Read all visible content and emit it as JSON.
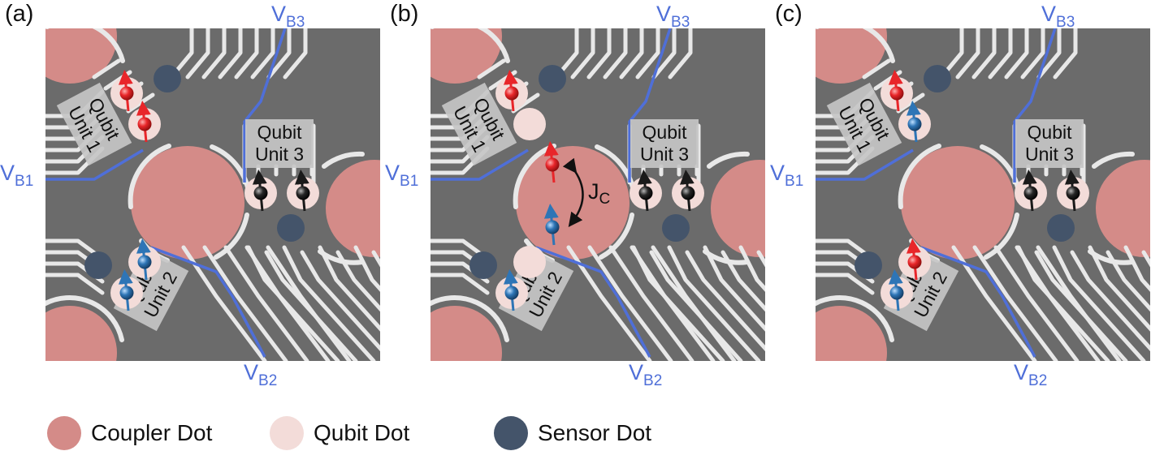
{
  "panels": [
    {
      "label": "(a)",
      "vb1": "V",
      "vb1_sub": "B1",
      "vb2": "V",
      "vb2_sub": "B2",
      "vb3": "V",
      "vb3_sub": "B3",
      "unit1": [
        "Qubit",
        "Unit 1"
      ],
      "unit2": [
        "Qubit",
        "Unit 2"
      ],
      "unit3": [
        "Qubit",
        "Unit 3"
      ],
      "spins": {
        "u1": [
          "red-up",
          "red-up"
        ],
        "u2": [
          "blue-up",
          "blue-up"
        ],
        "u3": [
          "black-up",
          "black-up"
        ]
      },
      "coupler_spins": false
    },
    {
      "label": "(b)",
      "vb1": "V",
      "vb1_sub": "B1",
      "vb2": "V",
      "vb2_sub": "B2",
      "vb3": "V",
      "vb3_sub": "B3",
      "unit1": [
        "Qubit",
        "Unit 1"
      ],
      "unit2": [
        "Qubit",
        "Unit 2"
      ],
      "unit3": [
        "Qubit",
        "Unit 3"
      ],
      "spins": {
        "u1": [
          "red-up",
          "empty"
        ],
        "u2": [
          "empty",
          "blue-up"
        ],
        "u3": [
          "black-up",
          "black-up"
        ]
      },
      "coupler_spins": true,
      "coupling": "J",
      "coupling_sub": "C"
    },
    {
      "label": "(c)",
      "vb1": "V",
      "vb1_sub": "B1",
      "vb2": "V",
      "vb2_sub": "B2",
      "vb3": "V",
      "vb3_sub": "B3",
      "unit1": [
        "Qubit",
        "Unit 1"
      ],
      "unit2": [
        "Qubit",
        "Unit 2"
      ],
      "unit3": [
        "Qubit",
        "Unit 3"
      ],
      "spins": {
        "u1": [
          "red-up",
          "blue-up"
        ],
        "u2": [
          "red-up",
          "blue-up"
        ],
        "u3": [
          "black-up",
          "black-up"
        ]
      },
      "coupler_spins": false
    }
  ],
  "legend": [
    {
      "label": "Coupler Dot",
      "color": "#d48b88"
    },
    {
      "label": "Qubit Dot",
      "color": "#f3dcd9"
    },
    {
      "label": "Sensor Dot",
      "color": "#44546a"
    }
  ],
  "colors": {
    "background": "#6b6b6b",
    "gate": "#e8e8e8",
    "barrier_line": "#4f6fd8",
    "coupler": "#d48b88",
    "qubit": "#f3dcd9",
    "sensor": "#44546a",
    "spin_red": "#e8262a",
    "spin_blue": "#2e75b6",
    "spin_black": "#1a1a1a"
  }
}
